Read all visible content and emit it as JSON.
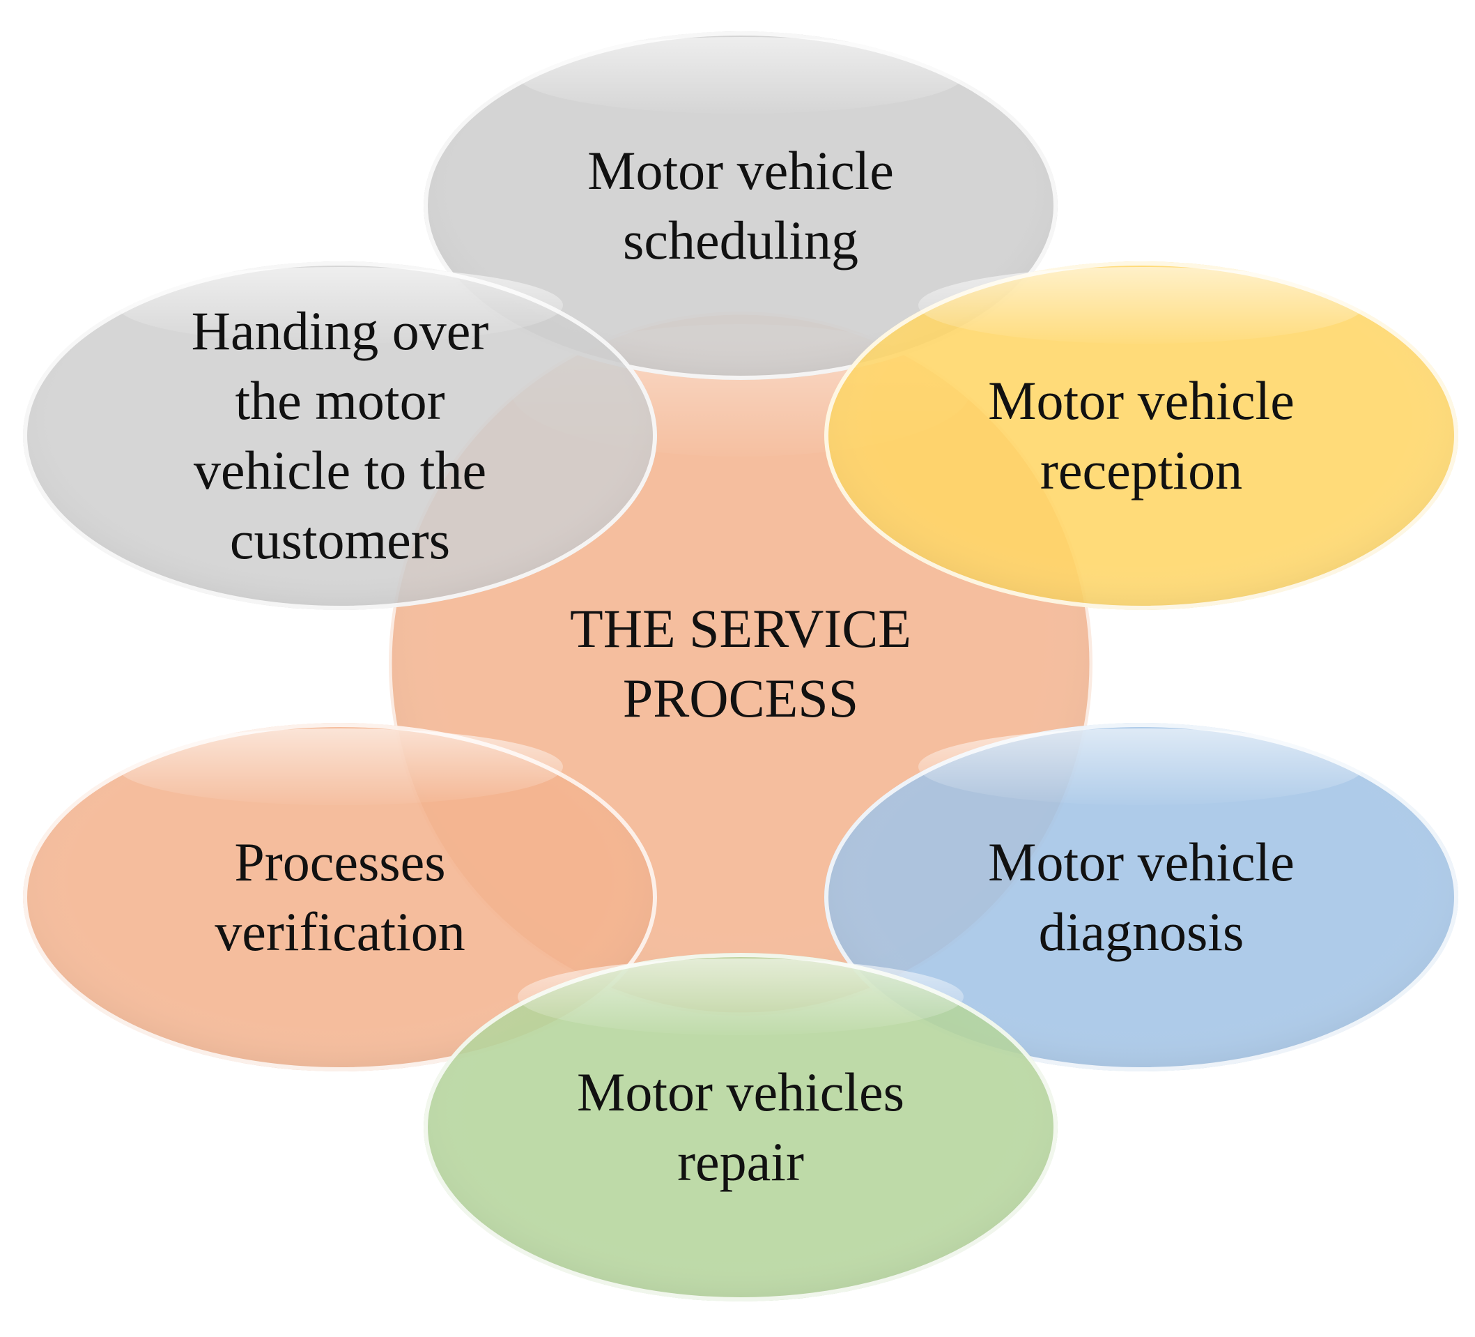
{
  "center": {
    "line1": "THE SERVICE",
    "line2": "PROCESS",
    "color": "#f4b996"
  },
  "steps": [
    {
      "id": "scheduling",
      "line1": "Motor vehicle",
      "line2": "scheduling",
      "line3": "",
      "line4": "",
      "color": "#cfcfcf"
    },
    {
      "id": "reception",
      "line1": "Motor vehicle",
      "line2": "reception",
      "line3": "",
      "line4": "",
      "color": "#ffd667"
    },
    {
      "id": "diagnosis",
      "line1": "Motor vehicle",
      "line2": "diagnosis",
      "line3": "",
      "line4": "",
      "color": "#a3c4e6"
    },
    {
      "id": "repair",
      "line1": "Motor vehicles",
      "line2": "repair",
      "line3": "",
      "line4": "",
      "color": "#b5d59c"
    },
    {
      "id": "verification",
      "line1": "Processes",
      "line2": "verification",
      "line3": "",
      "line4": "",
      "color": "#f4b48f"
    },
    {
      "id": "handover",
      "line1": "Handing over",
      "line2": "the motor",
      "line3": "vehicle to the",
      "line4": "customers",
      "color": "#cfcfcf"
    }
  ]
}
